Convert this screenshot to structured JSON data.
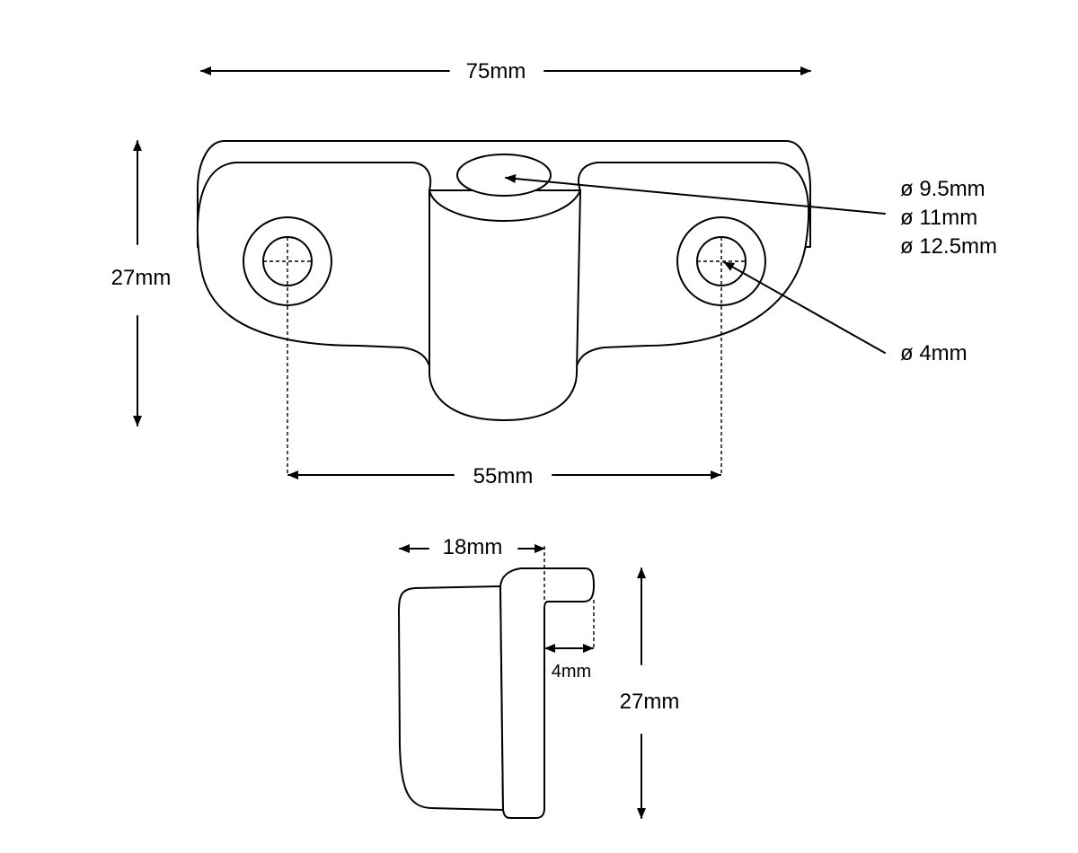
{
  "diagram": {
    "top_view": {
      "overall_width": "75mm",
      "height": "27mm",
      "hole_spacing": "55mm",
      "center_hole_diameters": [
        "ø 9.5mm",
        "ø 11mm",
        "ø 12.5mm"
      ],
      "mount_hole_diameter": "ø 4mm"
    },
    "side_view": {
      "depth": "18mm",
      "hook_gap": "4mm",
      "height": "27mm"
    }
  }
}
